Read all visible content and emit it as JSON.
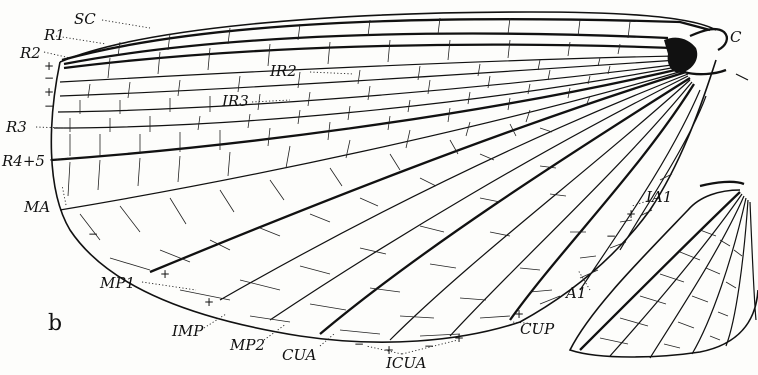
{
  "figure": {
    "panel_label": "b",
    "vein_labels": {
      "sc": "SC",
      "r1": "R1",
      "r2": "R2",
      "ir2": "IR2",
      "ir3": "IR3",
      "r3": "R3",
      "r45": "R4+5",
      "ma": "MA",
      "mp1": "MP1",
      "imp": "IMP",
      "mp2": "MP2",
      "cua": "CUA",
      "icua": "ICUA",
      "cup": "CUP",
      "a1": "A1",
      "ia1": "IA1",
      "c": "C"
    },
    "signs": {
      "plus": "+",
      "minus": "−"
    }
  }
}
